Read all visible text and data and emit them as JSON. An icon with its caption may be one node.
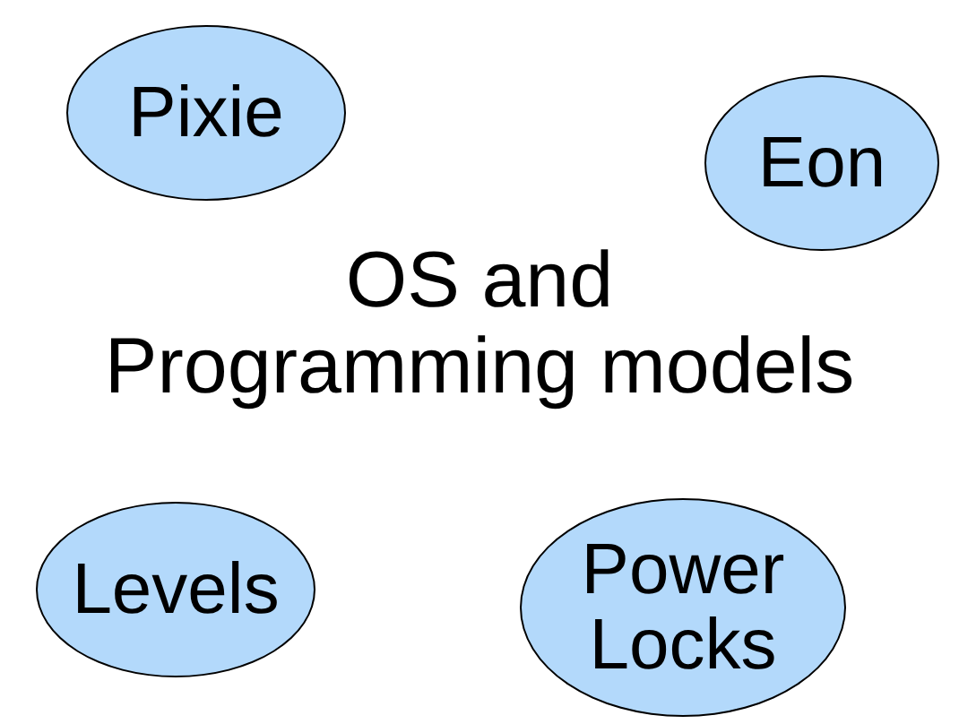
{
  "diagram": {
    "nodes": [
      {
        "text": [
          "Pixie"
        ]
      },
      {
        "text": [
          "Eon"
        ]
      },
      {
        "text": [
          "Levels"
        ]
      },
      {
        "text": [
          "Power Locks"
        ]
      }
    ],
    "labels": [
      "OS and Programming models"
    ]
  }
}
